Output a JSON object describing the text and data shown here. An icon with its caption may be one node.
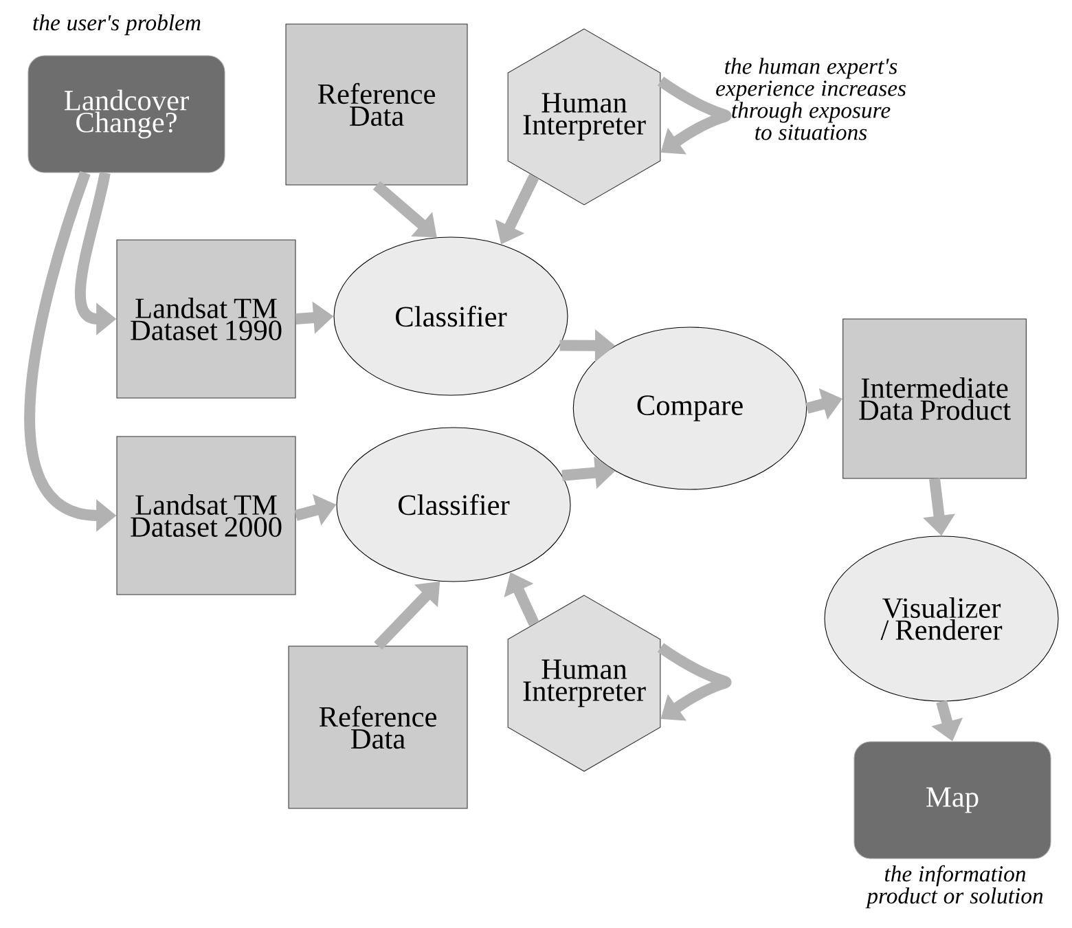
{
  "diagram": {
    "nodes": [
      {
        "text": [
          "Landcover Change?"
        ],
        "beside": [
          "the user's problem"
        ]
      },
      {
        "text": [
          "Reference Data"
        ]
      },
      {
        "text": [
          "Human Interpreter"
        ],
        "beside": [
          "the human expert's experience increases through exposure to situations"
        ]
      },
      {
        "text": [
          "Landsat TM Dataset 1990"
        ]
      },
      {
        "text": [
          "Classifier"
        ]
      },
      {
        "text": [
          "Compare"
        ]
      },
      {
        "text": [
          "Intermediate Data Product"
        ]
      },
      {
        "text": [
          "Landsat TM Dataset 2000"
        ]
      },
      {
        "text": [
          "Classifier"
        ]
      },
      {
        "text": [
          "Visualizer / Renderer"
        ]
      },
      {
        "text": [
          "Reference Data"
        ]
      },
      {
        "text": [
          "Human Interpreter"
        ]
      },
      {
        "text": [
          "Map"
        ],
        "beside": [
          "the information product or solution"
        ]
      }
    ],
    "edges": [
      {
        "from": 0,
        "to": 3,
        "arrow": "to"
      },
      {
        "from": 0,
        "to": 7,
        "arrow": "to"
      },
      {
        "from": 1,
        "to": 4,
        "arrow": "to"
      },
      {
        "from": 2,
        "to": 4,
        "arrow": "to"
      },
      {
        "from": 2,
        "to": 2,
        "arrow": "to"
      },
      {
        "from": 3,
        "to": 4,
        "arrow": "to"
      },
      {
        "from": 4,
        "to": 5,
        "arrow": "to"
      },
      {
        "from": 5,
        "to": 6,
        "arrow": "to"
      },
      {
        "from": 7,
        "to": 8,
        "arrow": "to"
      },
      {
        "from": 8,
        "to": 5,
        "arrow": "to"
      },
      {
        "from": 6,
        "to": 9,
        "arrow": "to"
      },
      {
        "from": 10,
        "to": 8,
        "arrow": "to"
      },
      {
        "from": 11,
        "to": 8,
        "arrow": "to"
      },
      {
        "from": 11,
        "to": 11,
        "arrow": "to"
      },
      {
        "from": 9,
        "to": 12,
        "arrow": "to"
      }
    ]
  }
}
